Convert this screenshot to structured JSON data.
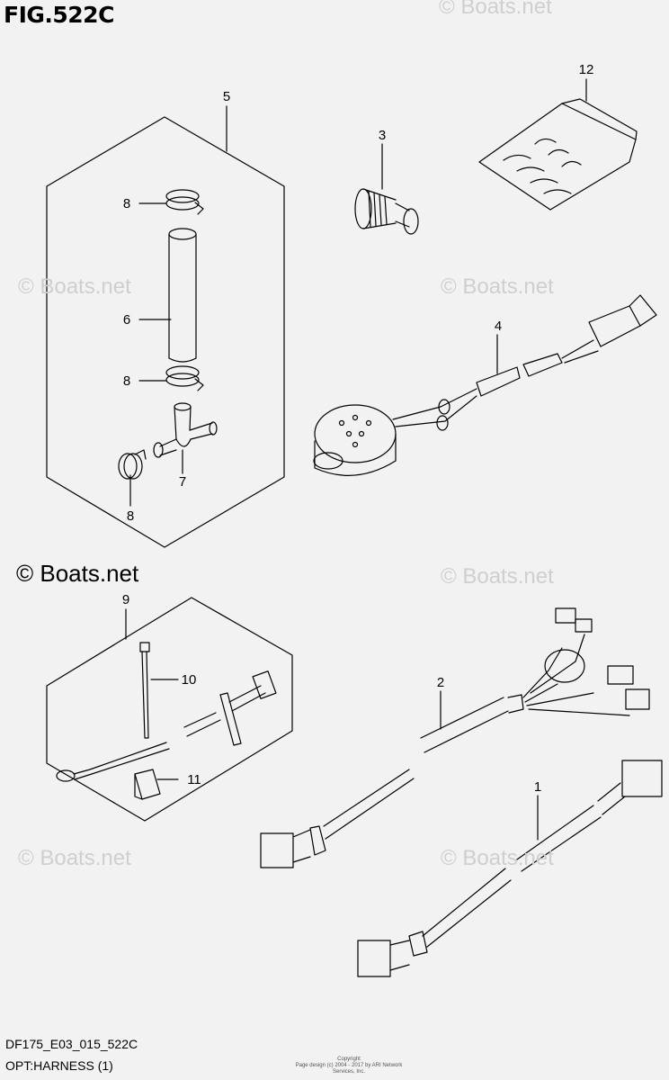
{
  "figure": {
    "title": "FIG.522C",
    "code": "DF175_E03_015_522C",
    "subtitle": "OPT:HARNESS (1)",
    "brand_watermark": "© Boats.net",
    "faint_watermark": "© Boats.net",
    "copyright_lines": [
      "Copyright",
      "Page design (c) 2004 - 2017 by ARI Network Services, Inc."
    ]
  },
  "callouts": [
    "1",
    "2",
    "3",
    "4",
    "5",
    "6",
    "7",
    "8",
    "8",
    "8",
    "9",
    "10",
    "11",
    "12"
  ],
  "colors": {
    "background": "#f2f2f2",
    "line": "#000000",
    "watermark": "#cfcfcf"
  }
}
